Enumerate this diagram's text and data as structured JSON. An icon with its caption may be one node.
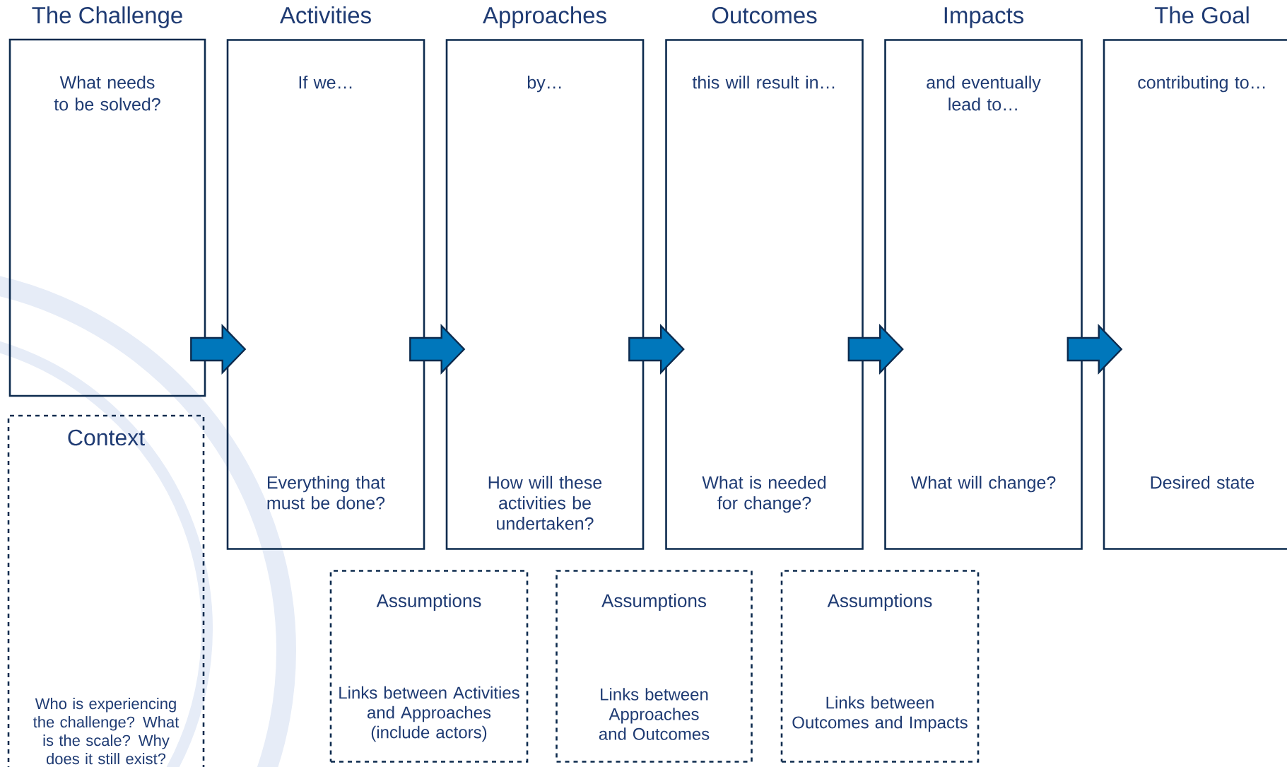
{
  "diagram": {
    "nodes": [
      {
        "text": [
          "The Challenge",
          "What needs to be solved?"
        ]
      },
      {
        "text": [
          "Activities",
          "If we…",
          "Everything that must be done?"
        ]
      },
      {
        "text": [
          "Approaches",
          "by…",
          "How will these activities be undertaken?"
        ]
      },
      {
        "text": [
          "Outcomes",
          "this will result in…",
          "What is needed for change?"
        ]
      },
      {
        "text": [
          "Impacts",
          "and eventually lead to…",
          "What will change?"
        ]
      },
      {
        "text": [
          "The Goal",
          "contributing to…",
          "Desired state"
        ]
      },
      {
        "text": [
          "Context",
          "Who is experiencing the challenge? What is the scale? Why does it still exist?"
        ]
      },
      {
        "text": [
          "Assumptions",
          "Links between Activities and Approaches (include actors)"
        ]
      },
      {
        "text": [
          "Assumptions",
          "Links between Approaches and Outcomes"
        ]
      },
      {
        "text": [
          "Assumptions",
          "Links between Outcomes and Impacts"
        ]
      }
    ],
    "edges": [
      {
        "from": 0,
        "to": 1,
        "arrow": "to"
      },
      {
        "from": 1,
        "to": 2,
        "arrow": "to"
      },
      {
        "from": 2,
        "to": 3,
        "arrow": "to"
      },
      {
        "from": 3,
        "to": 4,
        "arrow": "to"
      },
      {
        "from": 4,
        "to": 5,
        "arrow": "to"
      }
    ]
  }
}
